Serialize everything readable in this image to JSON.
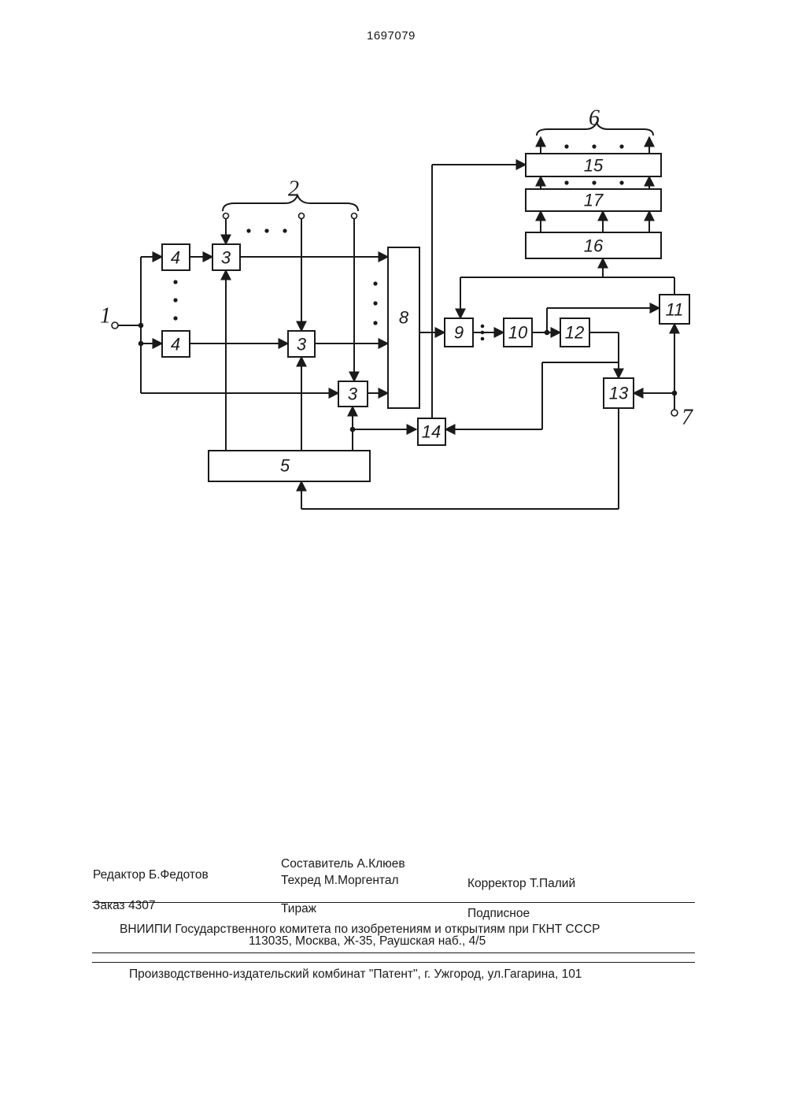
{
  "header": {
    "patent_number": "1697079"
  },
  "diagram": {
    "blocks": {
      "b4a": "4",
      "b4b": "4",
      "b3a": "3",
      "b3b": "3",
      "b3c": "3",
      "b5": "5",
      "b8": "8",
      "b9": "9",
      "b10": "10",
      "b11": "11",
      "b12": "12",
      "b13": "13",
      "b14": "14",
      "b15": "15",
      "b16": "16",
      "b17": "17"
    },
    "external_labels": {
      "in1": "1",
      "bus2": "2",
      "out6": "6",
      "in7": "7"
    }
  },
  "footer": {
    "editor": "Редактор Б.Федотов",
    "compiler": "Составитель А.Клюев",
    "techred": "Техред М.Моргентал",
    "corrector": "Корректор Т.Палий",
    "order": "Заказ 4307",
    "circulation": "Тираж",
    "subscription": "Подписное",
    "org_line": "ВНИИПИ Государственного комитета по изобретениям и открытиям при ГКНТ СССР",
    "address": "113035, Москва, Ж-35, Раушская наб., 4/5",
    "publisher": "Производственно-издательский комбинат \"Патент\", г. Ужгород, ул.Гагарина, 101"
  }
}
